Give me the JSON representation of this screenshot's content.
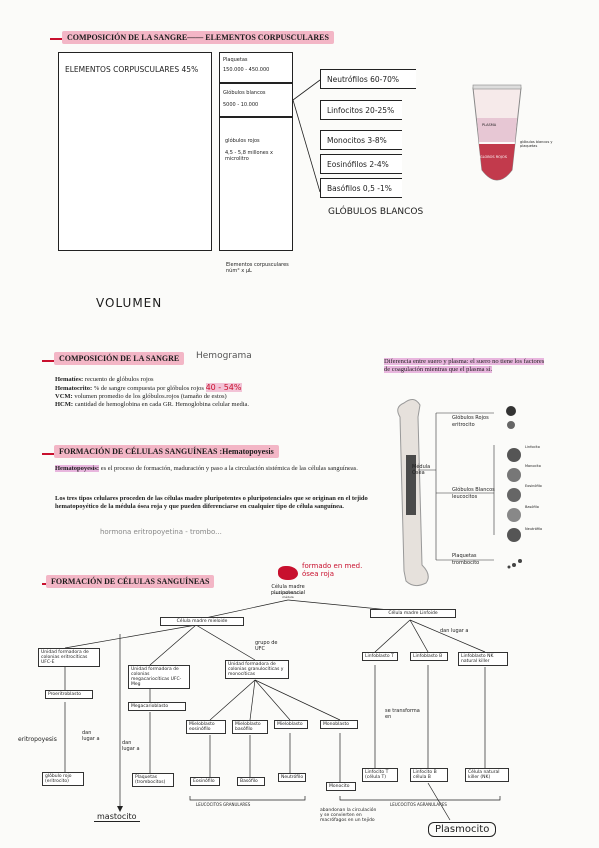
{
  "section1": {
    "header": "COMPOSICIÓN DE LA SANGRE—— ELEMENTOS CORPUSCULARES",
    "big_box_label": "ELEMENTOS CORPUSCULARES 45%",
    "volume_label": "VOLUMEN",
    "mid_cells": [
      {
        "name": "Plaquetas",
        "value": "150.000 - 450.000"
      },
      {
        "name": "Glóbulos blancos",
        "value": "5000 - 10.000"
      },
      {
        "name": "glóbulos rojos",
        "value": "4,5 - 5,8 millones x microlitro"
      }
    ],
    "mid_footer": "Elementos corpusculares\nnúm° x µL",
    "white_cells": [
      {
        "label": "Neutrófilos 60-70%"
      },
      {
        "label": "Linfocitos 20-25%"
      },
      {
        "label": "Monocitos 3-8%"
      },
      {
        "label": "Eosinófilos 2-4%"
      },
      {
        "label": "Basófilos 0,5 -1%"
      }
    ],
    "white_title": "GLÓBULOS BLANCOS",
    "tube": {
      "plasma": "PLASMA",
      "wbc": "glóbulos blancos y plaquetas",
      "rbc": "GLOBOS ROJOS"
    }
  },
  "section2": {
    "header": "COMPOSICIÓN DE LA SANGRE",
    "hand_note": "Hemograma",
    "lines": [
      {
        "term": "Hematíes:",
        "text": "recuento de glóbulos rojos"
      },
      {
        "term": "Hematocrito:",
        "text": "% de sangre compuesta por glóbulos rojos",
        "extra": "40 - 54%"
      },
      {
        "term": "VCM:",
        "text": "volumen promedio de los glóbulos.rojos (tamaño de estos)"
      },
      {
        "term": "HCM:",
        "text": "cantidad de hemoglobina en cada GR. Hemoglobina celular media."
      }
    ],
    "diff_text": "Diferencia entre suero y plasma: el suero no tiene los factores de coagulación mientras que el plasma sí."
  },
  "section3": {
    "header": "FORMACIÓN DE CÉLULAS SANGUÍNEAS :Hematopoyesis",
    "def_term": "Hematopoyesis:",
    "def_text": "es el proceso de formación, maduración y paso a la circulación sistémica de las células sanguíneas.",
    "para": "Los tres tipos celulares proceden de las células madre pluripotentes o pluripotenciales que se originan en el tejido hematopoyético de la médula ósea roja y que pueden diferenciarse en cualquier tipo de célula sanguínea.",
    "hand_note": "hormona eritropoyetina - trombo..."
  },
  "bone": {
    "left_label": "Médula Ósea",
    "labels": [
      {
        "title": "Glóbulos Rojos",
        "note": "eritrocito"
      },
      {
        "title": "Glóbulos Blancos",
        "note": "leucocitos"
      },
      {
        "title": "Plaquetas",
        "note": "trombocito"
      }
    ],
    "wbc_types": [
      "Linfocito",
      "Monocito",
      "Eosinófilo",
      "Basófilo",
      "Neutrófilo"
    ]
  },
  "section4": {
    "header": "FORMACIÓN DE CÉLULAS SANGUÍNEAS",
    "blob_note": "formado en med. ósea roja",
    "root": "Célula madre pluripotencial",
    "root_sub": "se encuentra en la médula",
    "left_stem": "Célula madre mieloide",
    "right_stem": "Célula madre Linfoide",
    "ufc_note": "grupo de UFC",
    "dan_lugar": "dan lugar a",
    "nodes": {
      "ufc_e": "Unidad formadora de colonias eritrocíticas UFC-E",
      "ufc_meg": "Unidad formadora de colonias megacariocíticas UFC-Meg",
      "ufc_gm": "Unidad formadora de colonias granulocíticas y monocíticas",
      "proeritro": "Proeritroblasto",
      "megacario": "Megacarioblasto",
      "mielo_eos": "Mieloblasto eosinófilo",
      "mielo_bas": "Mieloblasto basófilo",
      "mieloblasto": "Mieloblasto",
      "monoblasto": "Monoblasto",
      "gr": "glóbulo rojo (eritrocito)",
      "plaquetas": "Plaquetas (trombocitos)",
      "eosinofilo": "Eosinófilo",
      "basofilo": "Basófilo",
      "neutrofilo": "Neutrófilo",
      "monocito": "Monocito",
      "linfo_t": "Linfoblasto T",
      "linfo_b": "Linfoblasto B",
      "linfo_nk": "Linfoblasto NK natural killer",
      "linfocito_t": "Linfocito T (célula T)",
      "linfocito_b": "Linfocito B célula B",
      "nk": "Célula natural killer (NK)"
    },
    "eritropoyesis": "eritropoyesis",
    "transforma": "se transforma en",
    "granulares": "LEUCOCITOS GRANULARES",
    "agranulares": "LEUCOCITOS AGRANULARES",
    "mastocito": "mastocito",
    "plasmocito": "Plasmocito",
    "macrofago_note": "abandonan la circulación y se convierten en macrófagos en un tejido"
  }
}
